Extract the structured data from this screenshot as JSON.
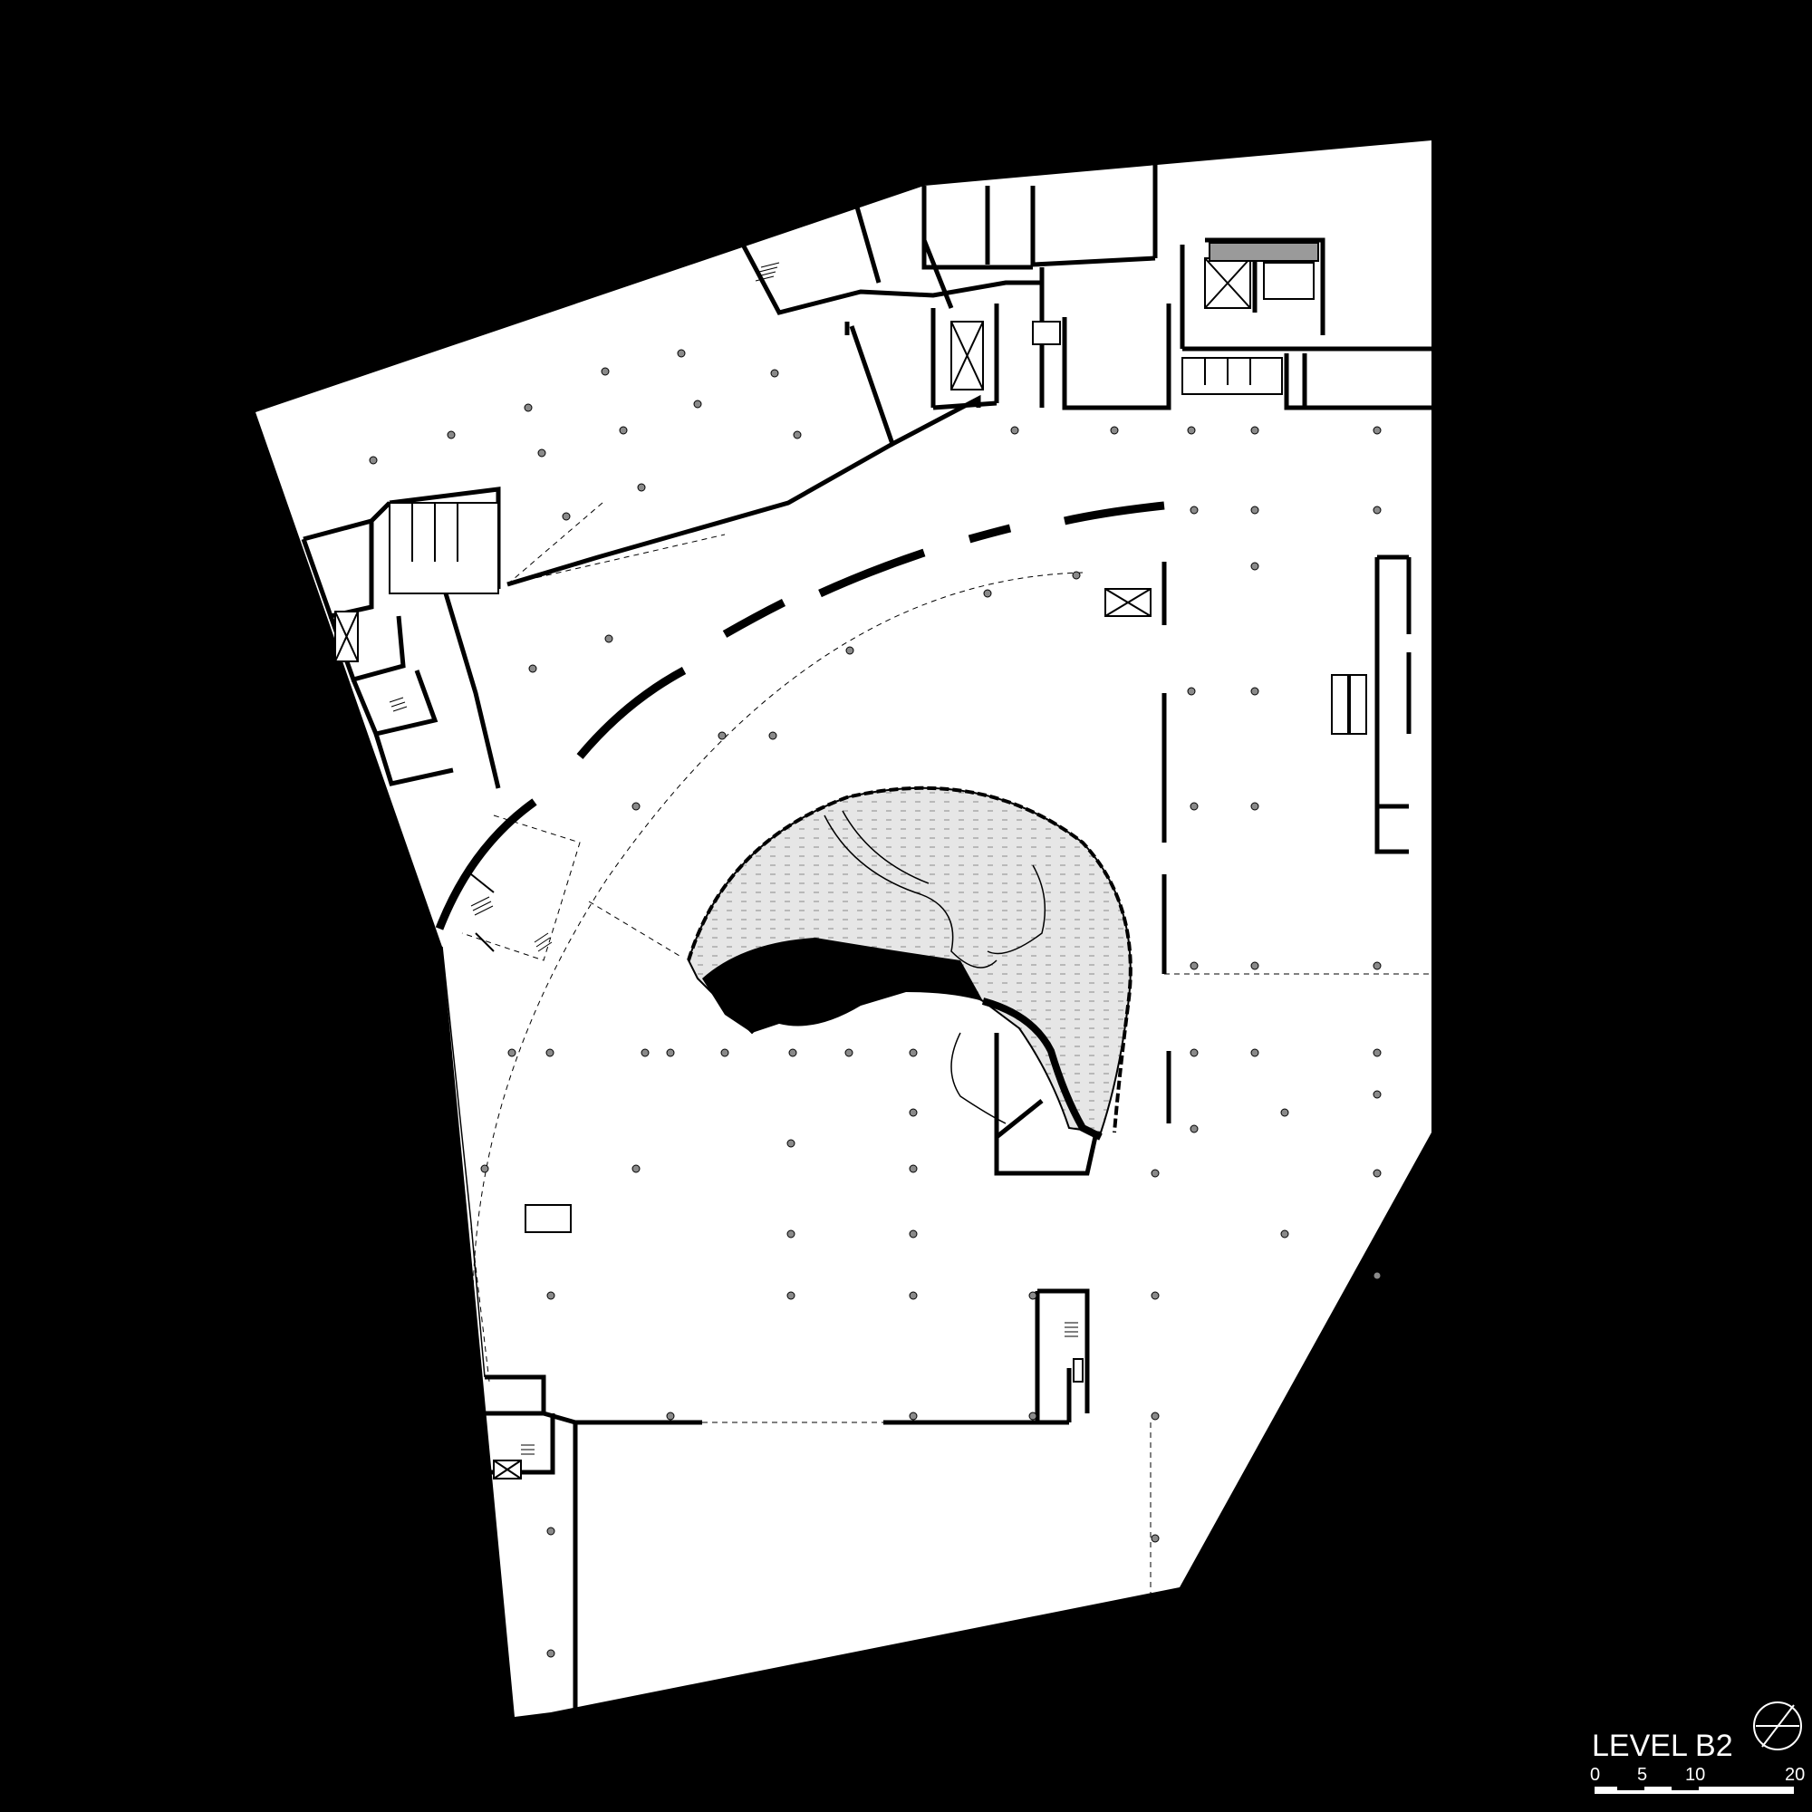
{
  "drawing": {
    "level_label": "LEVEL B2",
    "scale_bar": {
      "ticks": [
        "0",
        "5",
        "10",
        "20"
      ]
    },
    "north_arrow_icon": "north-arrow-icon"
  },
  "colors": {
    "background": "#000000",
    "floor": "#ffffff",
    "walls": "#000000",
    "columns": "#808080",
    "hatch": "#d8d8d8"
  }
}
